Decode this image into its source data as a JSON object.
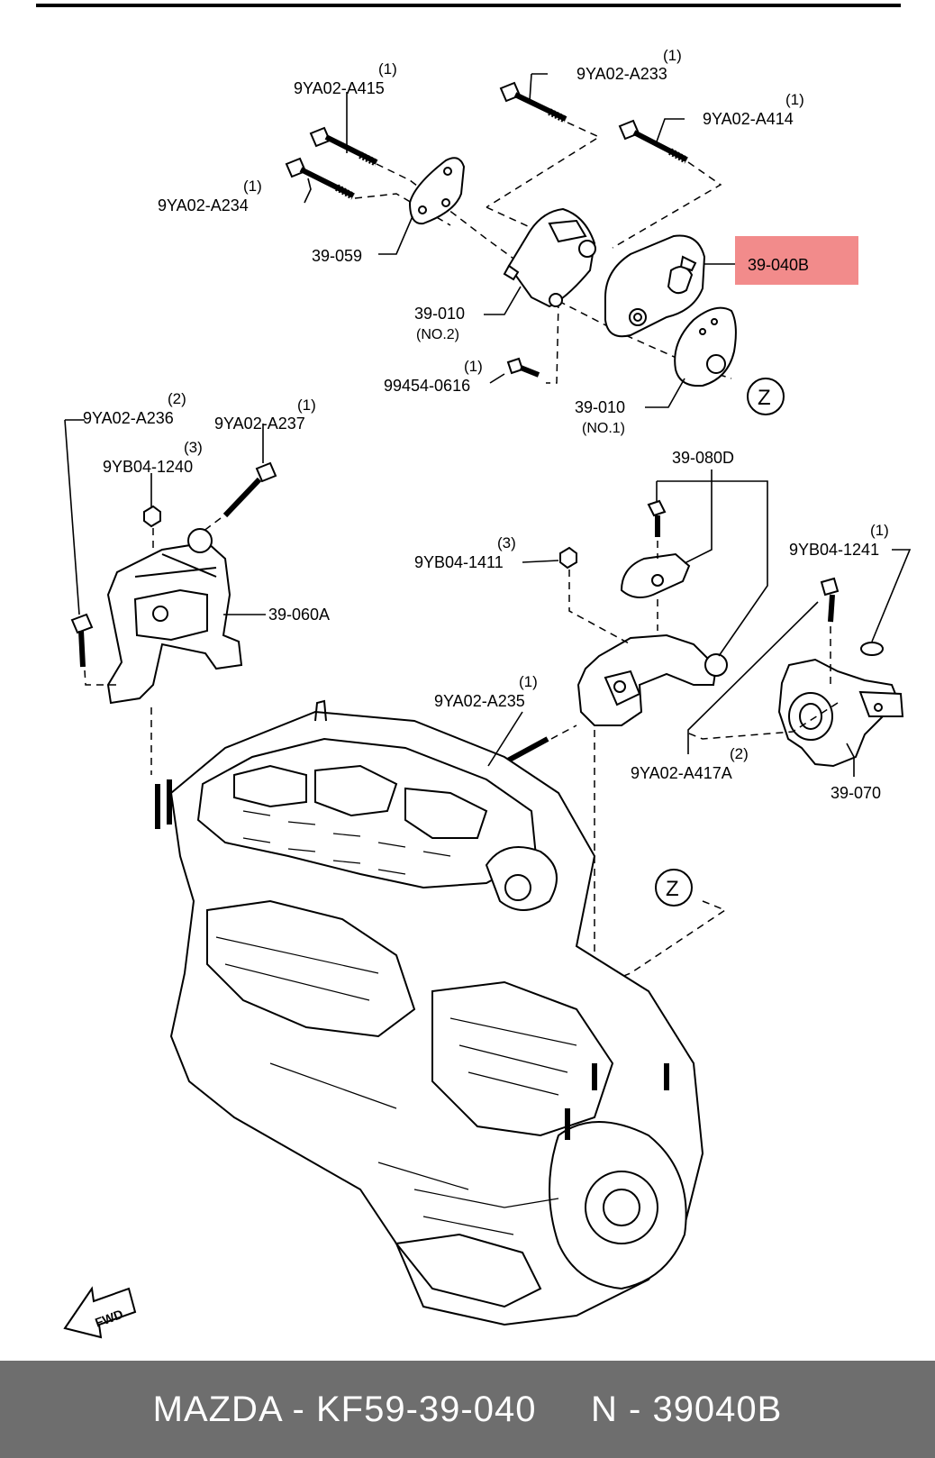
{
  "callouts": {
    "a415": {
      "part": "9YA02-A415",
      "qty": "(1)"
    },
    "a233": {
      "part": "9YA02-A233",
      "qty": "(1)"
    },
    "a414": {
      "part": "9YA02-A414",
      "qty": "(1)"
    },
    "a234": {
      "part": "9YA02-A234",
      "qty": "(1)"
    },
    "p39059": {
      "part": "39-059"
    },
    "p39040b": {
      "part": "39-040B"
    },
    "p39010_2": {
      "part": "39-010",
      "note": "(NO.2)"
    },
    "b0616": {
      "part": "99454-0616",
      "qty": "(1)"
    },
    "p39010_1": {
      "part": "39-010",
      "note": "(NO.1)"
    },
    "a236": {
      "part": "9YA02-A236",
      "qty": "(2)"
    },
    "a237": {
      "part": "9YA02-A237",
      "qty": "(1)"
    },
    "b1240": {
      "part": "9YB04-1240",
      "qty": "(3)"
    },
    "p39060a": {
      "part": "39-060A"
    },
    "p39080d": {
      "part": "39-080D"
    },
    "b1411": {
      "part": "9YB04-1411",
      "qty": "(3)"
    },
    "b1241": {
      "part": "9YB04-1241",
      "qty": "(1)"
    },
    "a235": {
      "part": "9YA02-A235",
      "qty": "(1)"
    },
    "a417a": {
      "part": "9YA02-A417A",
      "qty": "(2)"
    },
    "p39070": {
      "part": "39-070"
    }
  },
  "markers": {
    "ref_top": "Z",
    "ref_bottom": "Z",
    "fwd": "FWD"
  },
  "highlight_color": "#f28b8b",
  "footer": {
    "text": "MAZDA - KF59-39-040     N - 39040B"
  }
}
